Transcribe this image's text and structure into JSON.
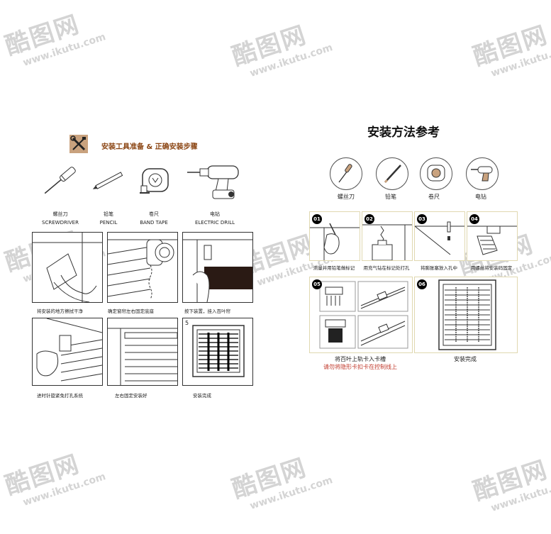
{
  "watermark": {
    "brand": "酷图网",
    "url": "www.ikutu.com"
  },
  "left": {
    "header_title": "安装工具准备 & 正确安装步骤",
    "tools": [
      {
        "cn": "螺丝刀",
        "en": "SCREWDRIVER"
      },
      {
        "cn": "铅笔",
        "en": "PENCIL"
      },
      {
        "cn": "卷尺",
        "en": "BAND TAPE"
      },
      {
        "cn": "电钻",
        "en": "ELECTRIC DRILL"
      }
    ],
    "steps": [
      {
        "caption": "将安装的地方擦拭干净"
      },
      {
        "caption": "确定窗帘左右固定底座"
      },
      {
        "caption": "按下装置，挂入百叶帘"
      },
      {
        "caption": "进时针旋紧免打孔系统"
      },
      {
        "caption": "左右固定安装好"
      },
      {
        "number": "5",
        "caption": "安装完成"
      }
    ]
  },
  "right": {
    "title": "安装方法参考",
    "tools": [
      "螺丝刀",
      "铅笔",
      "卷尺",
      "电钻"
    ],
    "steps": [
      {
        "number": "01",
        "caption": "测量并用铅笔做标记"
      },
      {
        "number": "02",
        "caption": "用充气钻在标记处打孔"
      },
      {
        "number": "03",
        "caption": "将膨胀塞放入孔中"
      },
      {
        "number": "04",
        "caption": "用螺丝将安装码固定"
      },
      {
        "number": "05",
        "caption": "将百叶上轨卡入卡槽",
        "note": "请勿将隐形卡扣卡在控制线上"
      },
      {
        "number": "06",
        "caption": "安装完成"
      }
    ]
  },
  "colors": {
    "accent_brown": "#8b4513",
    "note_red": "#c0392b",
    "icon_box": "#c9a27e",
    "panel_border": "#e0d8b0"
  }
}
